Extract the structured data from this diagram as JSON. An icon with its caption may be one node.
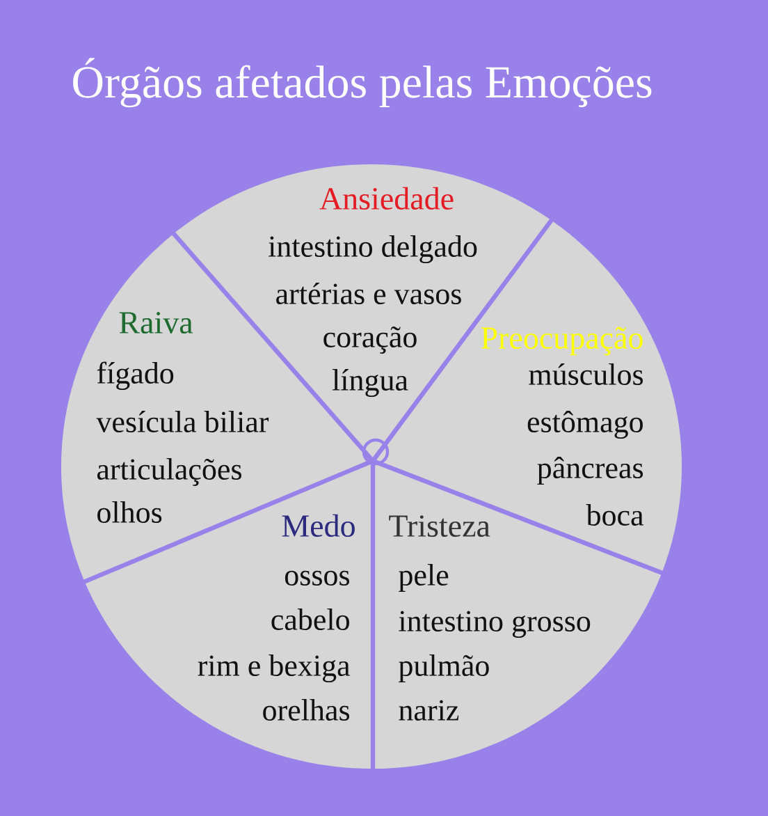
{
  "diagram": {
    "title": "Órgãos afetados pelas Emoções",
    "nodes": [
      {
        "text": [
          "Ansiedade",
          "intestino delgado",
          "artérias e vasos",
          "coração",
          "língua"
        ]
      },
      {
        "text": [
          "Raiva",
          "fígado",
          "vesícula biliar",
          "articulações",
          "olhos"
        ]
      },
      {
        "text": [
          "Preocupação",
          "músculos",
          "estômago",
          "pâncreas",
          "boca"
        ]
      },
      {
        "text": [
          "Medo",
          "ossos",
          "cabelo",
          "rim e bexiga",
          "orelhas"
        ]
      },
      {
        "text": [
          "Tristeza",
          "pele",
          "intestino grosso",
          "pulmão",
          "nariz"
        ]
      }
    ]
  }
}
